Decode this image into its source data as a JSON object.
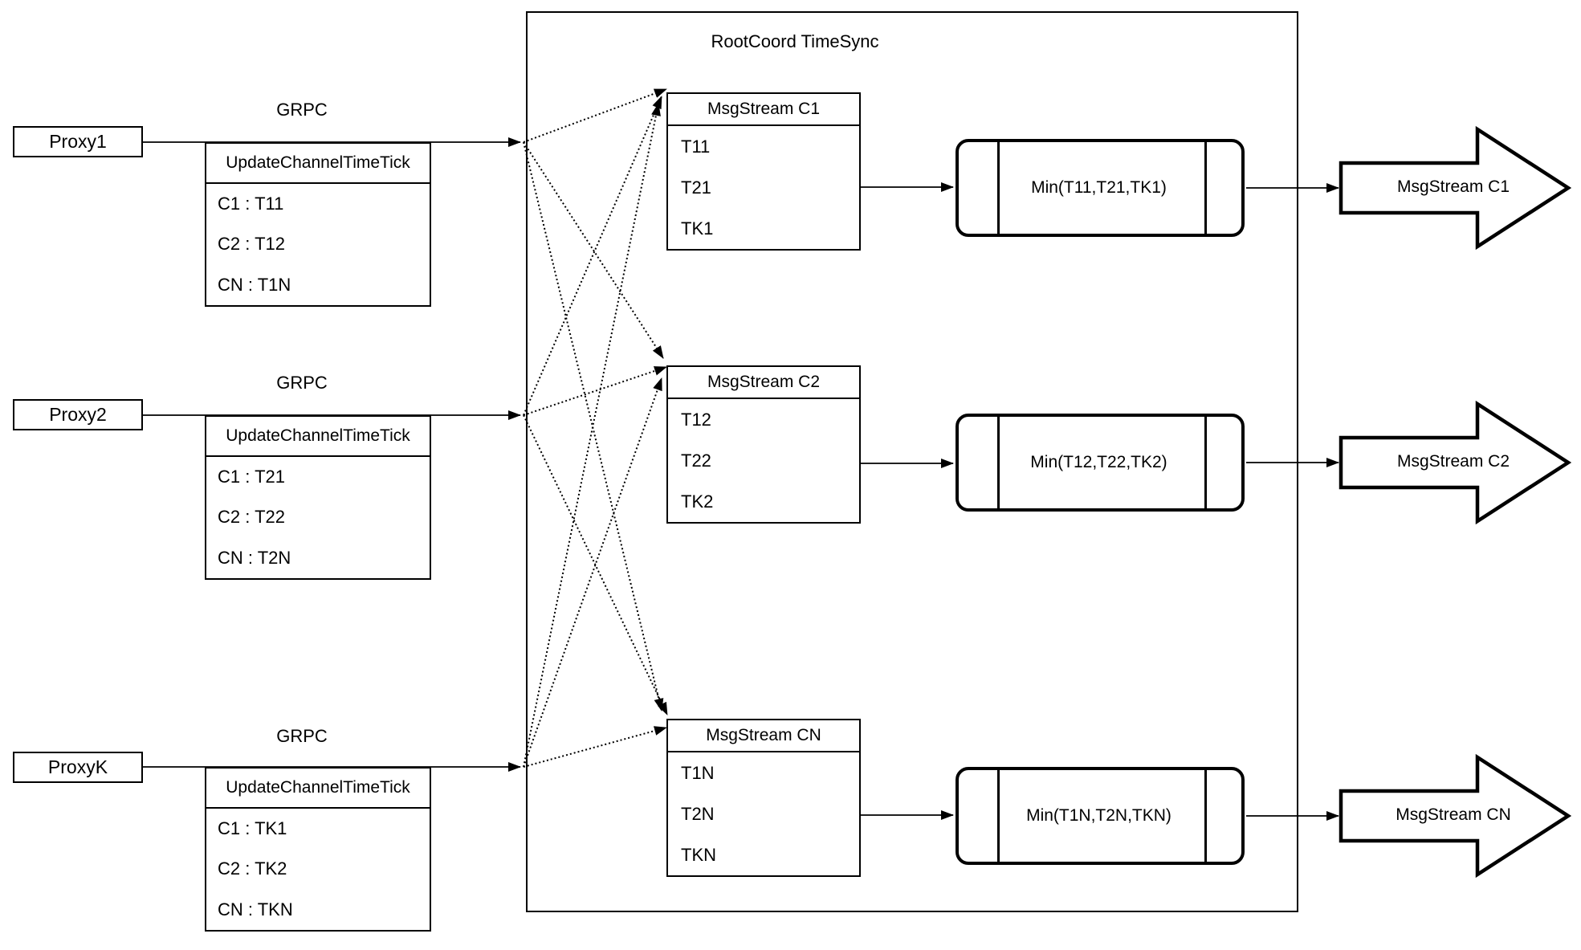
{
  "diagram": {
    "title": "RootCoord TimeSync",
    "proxies": [
      {
        "name": "Proxy1",
        "protocol": "GRPC",
        "table": {
          "header": "UpdateChannelTimeTick",
          "rows": [
            "C1 :  T11",
            "C2 :  T12",
            "CN : T1N"
          ]
        }
      },
      {
        "name": "Proxy2",
        "protocol": "GRPC",
        "table": {
          "header": "UpdateChannelTimeTick",
          "rows": [
            "C1 :  T21",
            "C2 :  T22",
            "CN : T2N"
          ]
        }
      },
      {
        "name": "ProxyK",
        "protocol": "GRPC",
        "table": {
          "header": "UpdateChannelTimeTick",
          "rows": [
            "C1 :  TK1",
            "C2 :  TK2",
            "CN : TKN"
          ]
        }
      }
    ],
    "streams": [
      {
        "header": "MsgStream C1",
        "rows": [
          "T11",
          "T21",
          "TK1"
        ],
        "min_label": "Min(T11,T21,TK1)",
        "output_label": "MsgStream C1"
      },
      {
        "header": "MsgStream C2",
        "rows": [
          "T12",
          "T22",
          "TK2"
        ],
        "min_label": "Min(T12,T22,TK2)",
        "output_label": "MsgStream C2"
      },
      {
        "header": "MsgStream CN",
        "rows": [
          "T1N",
          "T2N",
          "TKN"
        ],
        "min_label": "Min(T1N,T2N,TKN)",
        "output_label": "MsgStream CN"
      }
    ],
    "colors": {
      "stroke": "#000000",
      "background": "#ffffff"
    }
  }
}
